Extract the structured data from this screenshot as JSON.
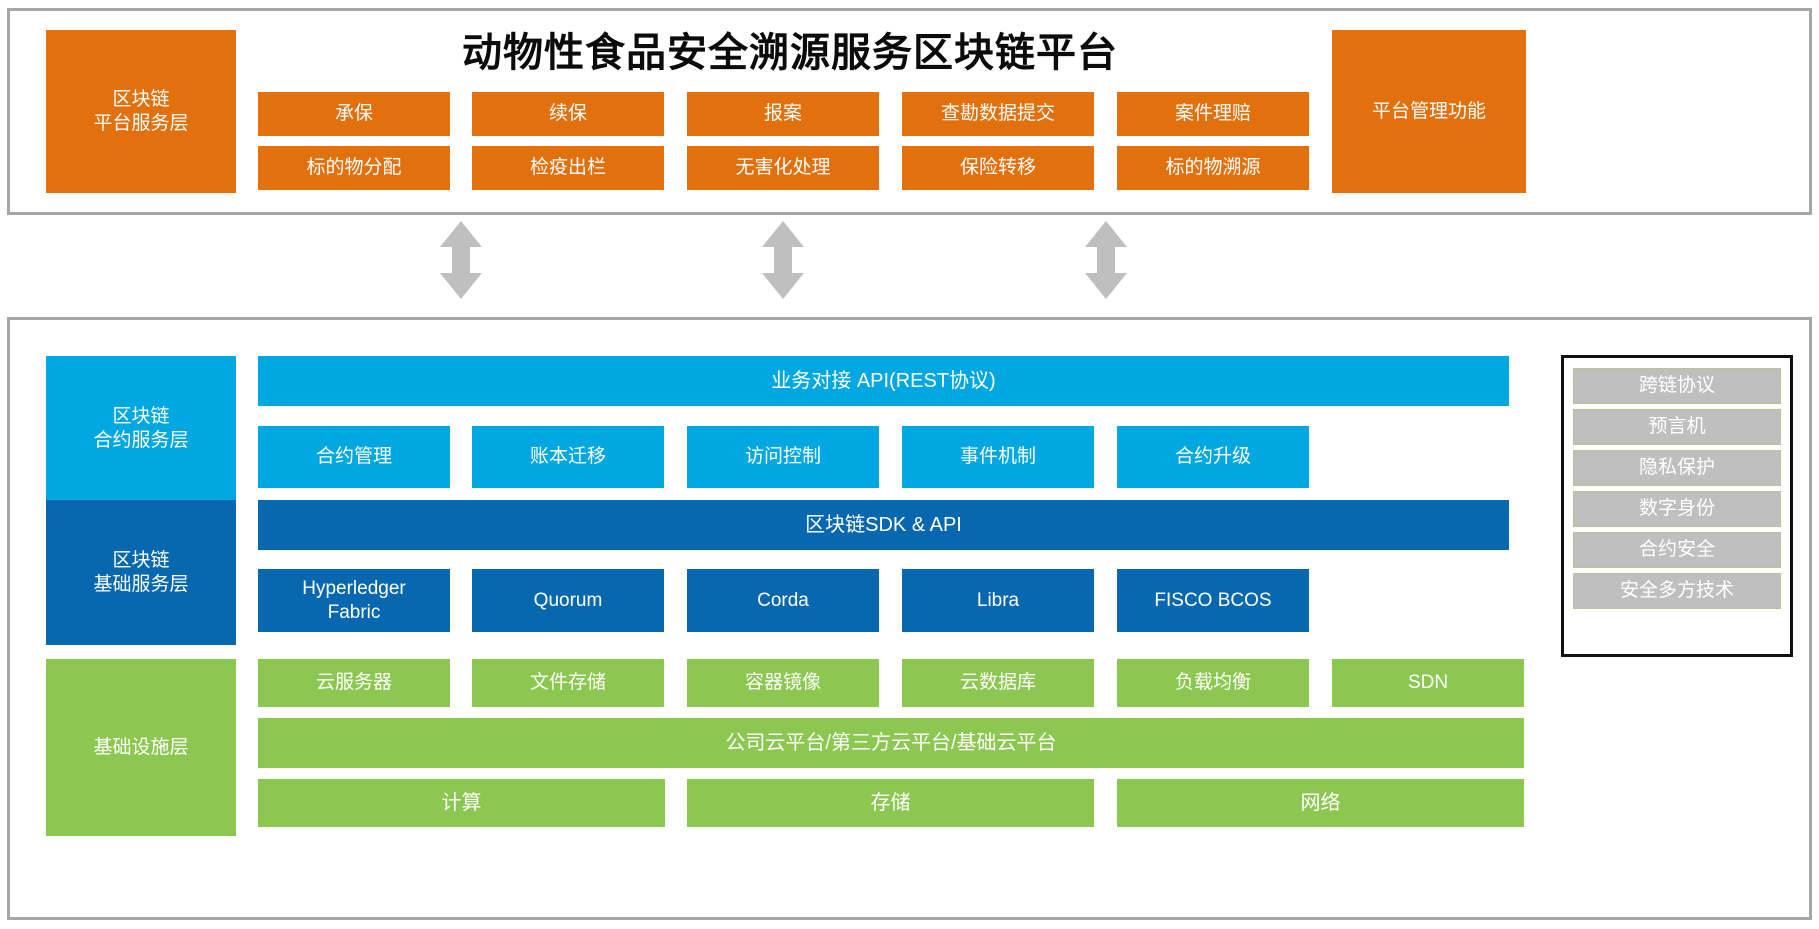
{
  "title": "动物性食品安全溯源服务区块链平台",
  "colors": {
    "orange": "#e2700d",
    "cyan": "#01a7e1",
    "dark_blue": "#0768b0",
    "green": "#8cc751",
    "grey": "#bfbfbf",
    "panel_border": "#a6a6a6",
    "frame_border": "#111111",
    "arrow": "#bfbfbf"
  },
  "platform_service_layer": {
    "side_label": "区块链\n平台服务层",
    "right_label": "平台管理功能",
    "row1": [
      "承保",
      "续保",
      "报案",
      "查勘数据提交",
      "案件理赔"
    ],
    "row2": [
      "标的物分配",
      "检疫出栏",
      "无害化处理",
      "保险转移",
      "标的物溯源"
    ]
  },
  "contract_service_layer": {
    "side_label": "区块链\n合约服务层",
    "api_bar": "业务对接 API(REST协议)",
    "tiles": [
      "合约管理",
      "账本迁移",
      "访问控制",
      "事件机制",
      "合约升级"
    ]
  },
  "basic_service_layer": {
    "side_label": "区块链\n基础服务层",
    "sdk_bar": "区块链SDK & API",
    "tiles": [
      "Hyperledger\nFabric",
      "Quorum",
      "Corda",
      "Libra",
      "FISCO BCOS"
    ]
  },
  "infrastructure_layer": {
    "side_label": "基础设施层",
    "row1": [
      "云服务器",
      "文件存储",
      "容器镜像",
      "云数据库",
      "负载均衡",
      "SDN"
    ],
    "cloud_bar": "公司云平台/第三方云平台/基础云平台",
    "row3": [
      "计算",
      "存储",
      "网络"
    ]
  },
  "capability_stack": {
    "items": [
      "跨链协议",
      "预言机",
      "隐私保护",
      "数字身份",
      "合约安全",
      "安全多方技术"
    ]
  },
  "arrows": {
    "icon": "double-arrow-vertical-icon",
    "count": 3
  }
}
